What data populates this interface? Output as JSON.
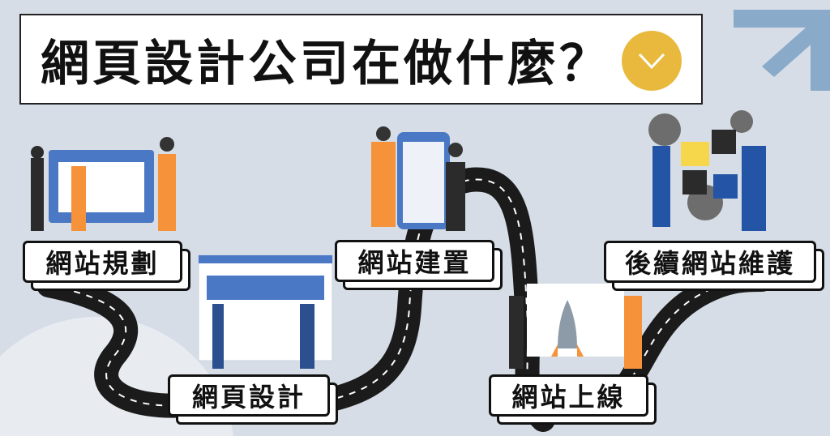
{
  "title": "網頁設計公司在做什麼？",
  "steps": [
    {
      "label": "網站規劃"
    },
    {
      "label": "網頁設計"
    },
    {
      "label": "網站建置"
    },
    {
      "label": "網站上線"
    },
    {
      "label": "後續網站維護"
    }
  ],
  "colors": {
    "background": "#d6dde6",
    "accent": "#e9b93e",
    "blue": "#4a78c4",
    "orange": "#f5923a",
    "road": "#1b1b1b"
  },
  "icons": [
    "chevron-down-icon",
    "arrow-decoration-icon",
    "road-illustration",
    "people-illustration"
  ]
}
